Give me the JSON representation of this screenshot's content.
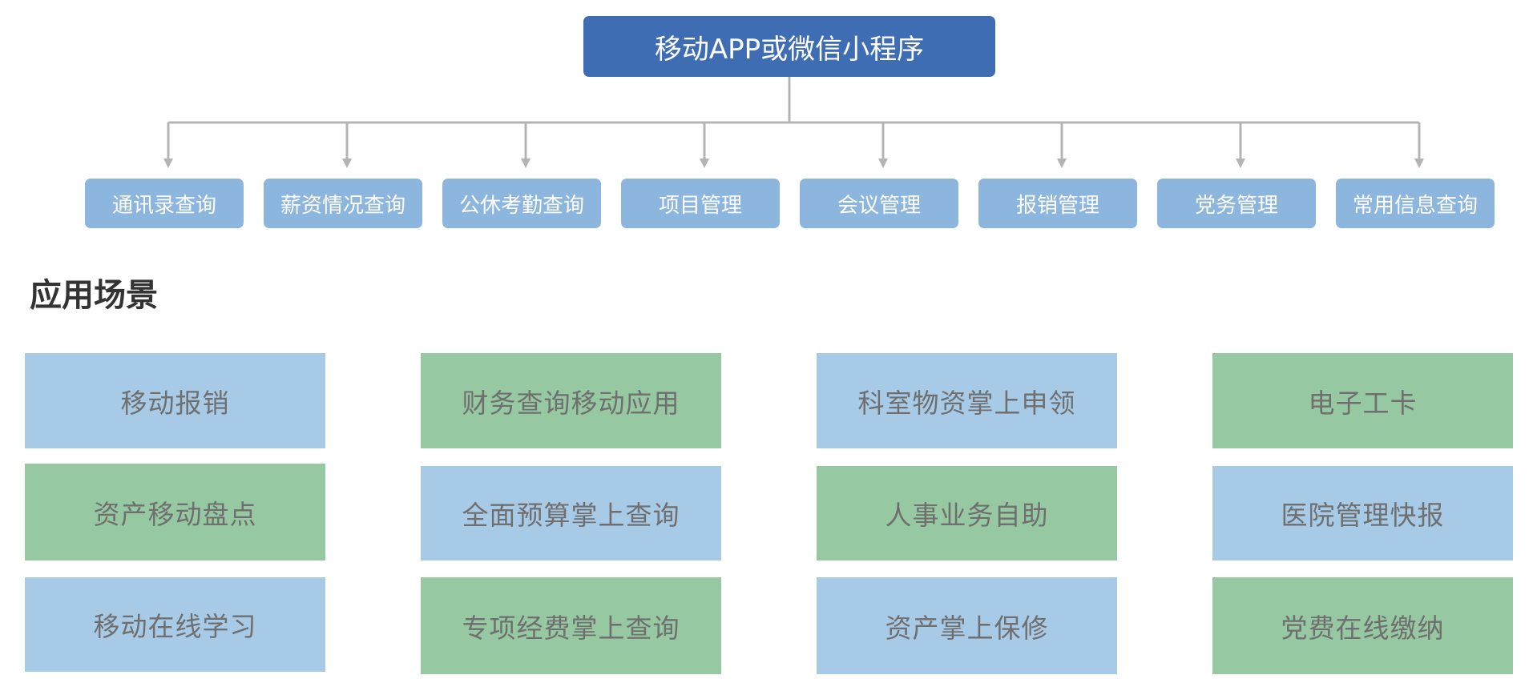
{
  "diagram": {
    "root": {
      "label": "移动APP或微信小程序",
      "color": "#3f6db3"
    },
    "branches": [
      {
        "label": "通讯录查询"
      },
      {
        "label": "薪资情况查询"
      },
      {
        "label": "公休考勤查询"
      },
      {
        "label": "项目管理"
      },
      {
        "label": "会议管理"
      },
      {
        "label": "报销管理"
      },
      {
        "label": "党务管理"
      },
      {
        "label": "常用信息查询"
      }
    ],
    "branch_color": "#8db6df",
    "connector_color": "#b4b4b4"
  },
  "scenarios": {
    "title": "应用场景",
    "tile_colors": {
      "blue": "#a7cae6",
      "green": "#96c8a1"
    },
    "columns": [
      [
        {
          "label": "移动报销",
          "color": "blue"
        },
        {
          "label": "资产移动盘点",
          "color": "green"
        },
        {
          "label": "移动在线学习",
          "color": "blue"
        }
      ],
      [
        {
          "label": "财务查询移动应用",
          "color": "green"
        },
        {
          "label": "全面预算掌上查询",
          "color": "blue"
        },
        {
          "label": "专项经费掌上查询",
          "color": "green"
        }
      ],
      [
        {
          "label": "科室物资掌上申领",
          "color": "blue"
        },
        {
          "label": "人事业务自助",
          "color": "green"
        },
        {
          "label": "资产掌上保修",
          "color": "blue"
        }
      ],
      [
        {
          "label": "电子工卡",
          "color": "green"
        },
        {
          "label": "医院管理快报",
          "color": "blue"
        },
        {
          "label": "党费在线缴纳",
          "color": "green"
        }
      ]
    ]
  }
}
